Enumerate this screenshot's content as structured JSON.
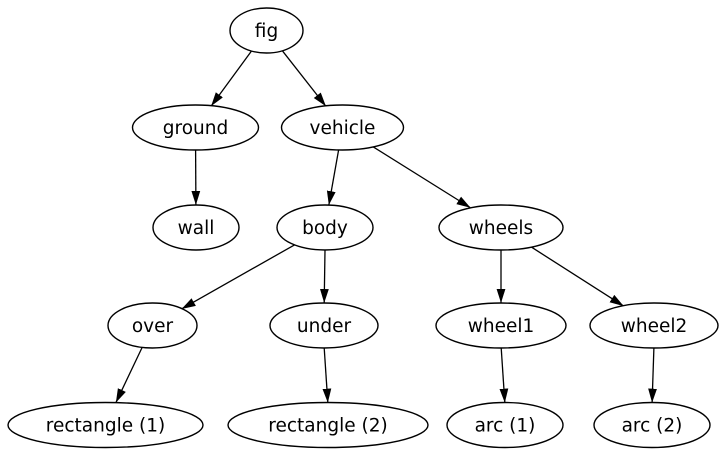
{
  "diagram": {
    "type": "directed-graph",
    "background_color": "#ffffff",
    "node_fill_color": "#ffffff",
    "stroke_color": "#000000",
    "text_color": "#000000",
    "nodes": {
      "fig": {
        "label": "fig"
      },
      "ground": {
        "label": "ground"
      },
      "vehicle": {
        "label": "vehicle"
      },
      "wall": {
        "label": "wall"
      },
      "body": {
        "label": "body"
      },
      "wheels": {
        "label": "wheels"
      },
      "over": {
        "label": "over"
      },
      "under": {
        "label": "under"
      },
      "wheel1": {
        "label": "wheel1"
      },
      "wheel2": {
        "label": "wheel2"
      },
      "rect1": {
        "label": "rectangle (1)"
      },
      "rect2": {
        "label": "rectangle (2)"
      },
      "arc1": {
        "label": "arc (1)"
      },
      "arc2": {
        "label": "arc (2)"
      }
    },
    "edges": [
      {
        "from": "fig",
        "to": "ground"
      },
      {
        "from": "fig",
        "to": "vehicle"
      },
      {
        "from": "ground",
        "to": "wall"
      },
      {
        "from": "vehicle",
        "to": "body"
      },
      {
        "from": "vehicle",
        "to": "wheels"
      },
      {
        "from": "body",
        "to": "over"
      },
      {
        "from": "body",
        "to": "under"
      },
      {
        "from": "wheels",
        "to": "wheel1"
      },
      {
        "from": "wheels",
        "to": "wheel2"
      },
      {
        "from": "over",
        "to": "rect1"
      },
      {
        "from": "under",
        "to": "rect2"
      },
      {
        "from": "wheel1",
        "to": "arc1"
      },
      {
        "from": "wheel2",
        "to": "arc2"
      }
    ]
  }
}
